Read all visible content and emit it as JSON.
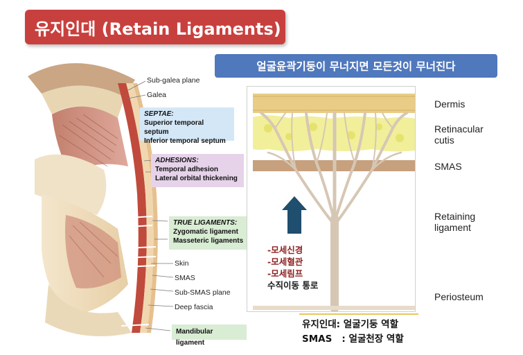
{
  "title": "유지인대 (Retain Ligaments)",
  "subtitle": "얼굴윤곽기둥이 무너지면 모든것이 무너진다",
  "anatomy_labels": {
    "sub_galea_plane": "Sub-galea plane",
    "galea": "Galea",
    "skin": "Skin",
    "smas": "SMAS",
    "sub_smas_plane": "Sub-SMAS plane",
    "deep_fascia": "Deep fascia"
  },
  "septae": {
    "heading": "SEPTAE:",
    "items": [
      "Superior temporal septum",
      "Inferior temporal septum"
    ]
  },
  "adhesions": {
    "heading": "ADHESIONS:",
    "items": [
      "Temporal adhesion",
      "Lateral orbital thickening"
    ]
  },
  "true_ligaments": {
    "heading": "TRUE LIGAMENTS:",
    "items": [
      "Zygomatic ligament",
      "Masseteric ligaments"
    ]
  },
  "mandibular_ligament": "Mandibular ligament",
  "layer_labels": {
    "dermis": "Dermis",
    "retinacular_cutis_1": "Retinacular",
    "retinacular_cutis_2": "cutis",
    "smas": "SMAS",
    "retaining_ligament_1": "Retaining",
    "retaining_ligament_2": "ligament",
    "periosteum": "Periosteum"
  },
  "korean_list": [
    "-모세신경",
    "-모세혈관",
    "-모세림프",
    "수직이동 통로"
  ],
  "summary": {
    "line1": "유지인대: 얼굴기둥 역할",
    "line2": "SMAS   : 얼굴천장 역할"
  },
  "colors": {
    "title_bg": "#c8403e",
    "subtitle_bg": "#4f78bd",
    "arrow": "#1f4e6e",
    "dermis": "#e9cc86",
    "retinacular": "#f1ef9a",
    "smas_band": "#c7a07e",
    "tree": "#d6c7b4"
  }
}
